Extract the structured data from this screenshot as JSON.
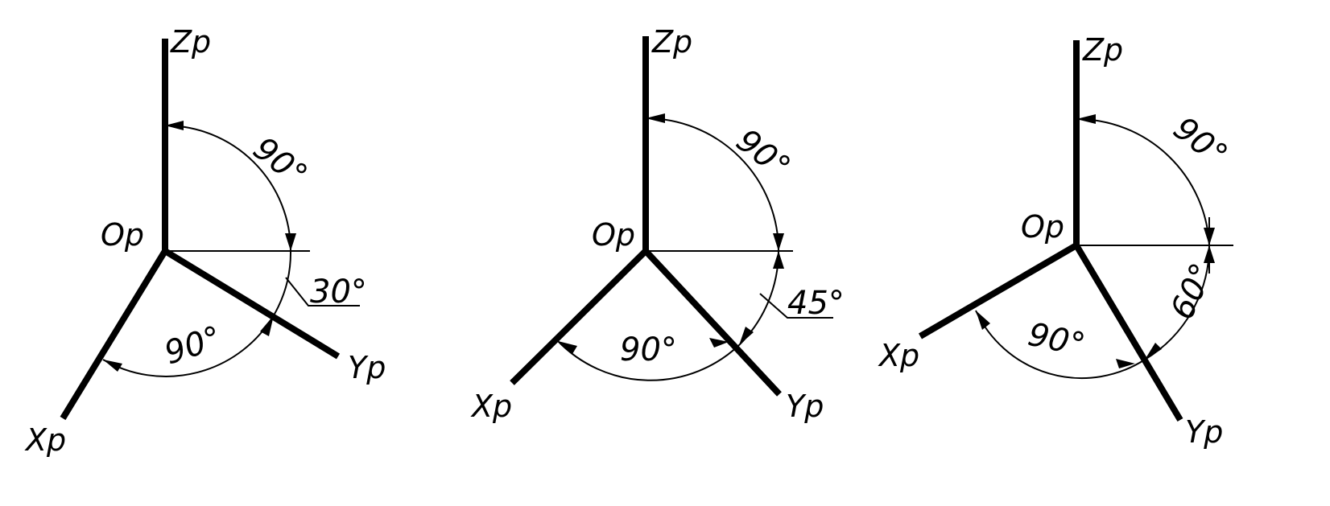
{
  "diagrams": [
    {
      "origin_label": "Op",
      "z_label": "Zp",
      "x_label": "Xp",
      "y_label": "Yp",
      "angle_zy": "90°",
      "angle_xy": "90°",
      "tilt_angle": "30°"
    },
    {
      "origin_label": "Op",
      "z_label": "Zp",
      "x_label": "Xp",
      "y_label": "Yp",
      "angle_zy": "90°",
      "angle_xy": "90°",
      "tilt_angle": "45°"
    },
    {
      "origin_label": "Op",
      "z_label": "Zp",
      "x_label": "Xp",
      "y_label": "Yp",
      "angle_zy": "90°",
      "angle_xy": "90°",
      "tilt_angle": "60°"
    }
  ]
}
